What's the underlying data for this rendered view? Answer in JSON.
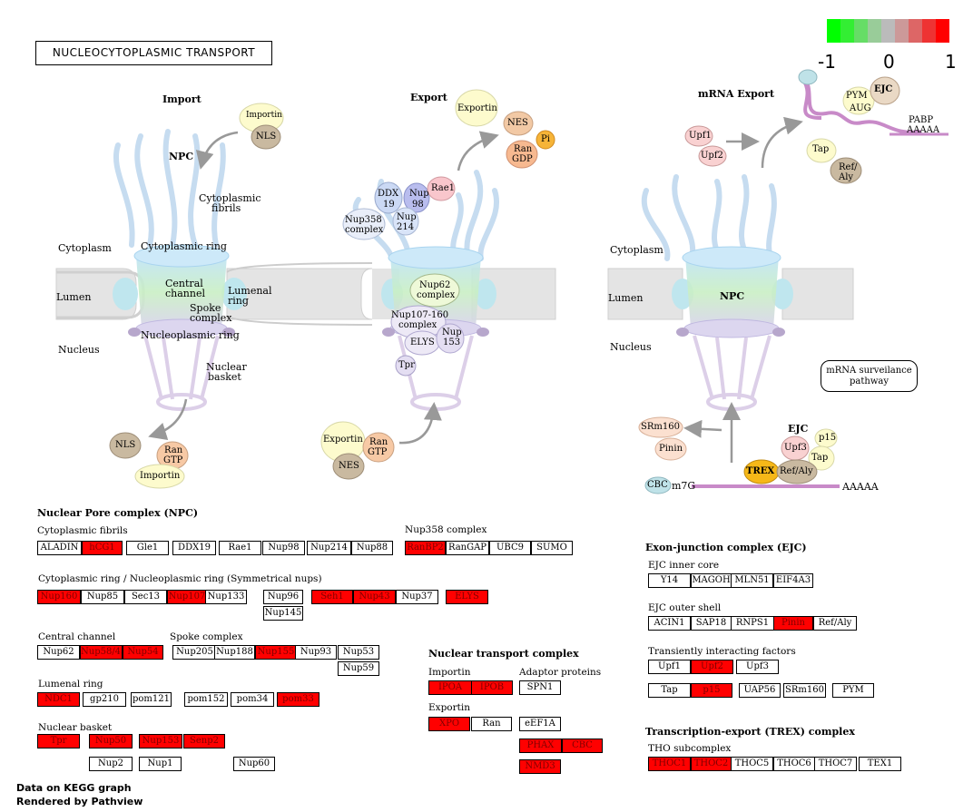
{
  "title": "NUCLEOCYTOPLASMIC TRANSPORT",
  "legend": {
    "min": "-1",
    "mid": "0",
    "max": "1",
    "colors": [
      "#00ff00",
      "#33ee33",
      "#66dd66",
      "#99cc99",
      "#bbbbbb",
      "#cc9999",
      "#dd6666",
      "#ee3333",
      "#ff0000"
    ]
  },
  "footer": {
    "line1": "Data on KEGG graph",
    "line2": "Rendered by Pathview"
  },
  "diagram_labels": {
    "import": "Import",
    "export": "Export",
    "mrna_export": "mRNA Export",
    "npc": "NPC",
    "cyto_fibrils_1": "Cytoplasmic",
    "cyto_fibrils_2": "fibrils",
    "cytoplasm": "Cytoplasm",
    "cyto_ring": "Cytoplasmic ring",
    "lumen": "Lumen",
    "central_1": "Central",
    "central_2": "channel",
    "lumenal_1": "Lumenal",
    "lumenal_2": "ring",
    "spoke_1": "Spoke",
    "spoke_2": "complex",
    "nucleus": "Nucleus",
    "nucleo_ring": "Nucleoplasmic ring",
    "basket_1": "Nuclear",
    "basket_2": "basket",
    "cytoplasm_r": "Cytoplasm",
    "lumen_r": "Lumen",
    "nucleus_r": "Nucleus",
    "npc_r": "NPC",
    "surv_1": "mRNA surveilance",
    "surv_2": "pathway",
    "ejc_label": "EJC",
    "cbc_m7g": "m7G",
    "aaaaa": "AAAAA",
    "aaaaa_top": "AAAAA",
    "pabp": "PABP"
  },
  "diagram_blobs": [
    {
      "id": "importin_top",
      "label": "Importin"
    },
    {
      "id": "nls_top",
      "label": "NLS"
    },
    {
      "id": "exportin_top",
      "label": "Exportin"
    },
    {
      "id": "nes_top",
      "label": "NES"
    },
    {
      "id": "ran_gdp_1",
      "label": "Ran"
    },
    {
      "id": "ran_gdp_2",
      "label": "GDP"
    },
    {
      "id": "pi",
      "label": "Pi"
    },
    {
      "id": "ddx19_1",
      "label": "DDX"
    },
    {
      "id": "ddx19_2",
      "label": "19"
    },
    {
      "id": "nup98_1",
      "label": "Nup"
    },
    {
      "id": "nup98_2",
      "label": "98"
    },
    {
      "id": "rae1",
      "label": "Rae1"
    },
    {
      "id": "nup214_1",
      "label": "Nup"
    },
    {
      "id": "nup214_2",
      "label": "214"
    },
    {
      "id": "nup358_1",
      "label": "Nup358"
    },
    {
      "id": "nup358_2",
      "label": "complex"
    },
    {
      "id": "nup62_1",
      "label": "Nup62"
    },
    {
      "id": "nup62_2",
      "label": "complex"
    },
    {
      "id": "nup107_1",
      "label": "Nup107-160"
    },
    {
      "id": "nup107_2",
      "label": "complex"
    },
    {
      "id": "elys",
      "label": "ELYS"
    },
    {
      "id": "nup153_1",
      "label": "Nup"
    },
    {
      "id": "nup153_2",
      "label": "153"
    },
    {
      "id": "tpr",
      "label": "Tpr"
    },
    {
      "id": "nls_bot",
      "label": "NLS"
    },
    {
      "id": "ran_gtp_1",
      "label": "Ran"
    },
    {
      "id": "ran_gtp_2",
      "label": "GTP"
    },
    {
      "id": "importin_bot",
      "label": "Importin"
    },
    {
      "id": "exportin_bot",
      "label": "Exportin"
    },
    {
      "id": "ran_gtp_b1",
      "label": "Ran"
    },
    {
      "id": "ran_gtp_b2",
      "label": "GTP"
    },
    {
      "id": "nes_bot",
      "label": "NES"
    },
    {
      "id": "upf1",
      "label": "Upf1"
    },
    {
      "id": "upf2",
      "label": "Upf2"
    },
    {
      "id": "pym",
      "label": "PYM"
    },
    {
      "id": "aug",
      "label": "AUG"
    },
    {
      "id": "ejc_top",
      "label": "EJC"
    },
    {
      "id": "tap_top",
      "label": "Tap"
    },
    {
      "id": "refaly_1",
      "label": "Ref/"
    },
    {
      "id": "refaly_2",
      "label": "Aly"
    },
    {
      "id": "srm160",
      "label": "SRm160"
    },
    {
      "id": "pinin",
      "label": "Pinin"
    },
    {
      "id": "upf3",
      "label": "Upf3"
    },
    {
      "id": "p15",
      "label": "p15"
    },
    {
      "id": "tap_bot",
      "label": "Tap"
    },
    {
      "id": "trex",
      "label": "TREX"
    },
    {
      "id": "refaly_bot",
      "label": "Ref/Aly"
    },
    {
      "id": "cbc",
      "label": "CBC"
    }
  ],
  "section_labels": [
    {
      "id": "npc_head",
      "text": "Nuclear Pore complex (NPC)",
      "bold": true
    },
    {
      "id": "cyto_fib",
      "text": "Cytoplasmic fibrils"
    },
    {
      "id": "nup358_c",
      "text": "Nup358 complex"
    },
    {
      "id": "sym_nups",
      "text": "Cytoplasmic ring / Nucleoplasmic ring (Symmetrical nups)"
    },
    {
      "id": "central_ch",
      "text": "Central channel"
    },
    {
      "id": "spoke_c",
      "text": "Spoke complex"
    },
    {
      "id": "lumenal_r",
      "text": "Lumenal ring"
    },
    {
      "id": "nuc_basket",
      "text": "Nuclear basket"
    },
    {
      "id": "ntc_head",
      "text": "Nuclear transport complex",
      "bold": true
    },
    {
      "id": "importin_l",
      "text": "Importin"
    },
    {
      "id": "adaptor_l",
      "text": "Adaptor proteins"
    },
    {
      "id": "exportin_l",
      "text": "Exportin"
    },
    {
      "id": "ejc_head",
      "text": "Exon-junction complex (EJC)",
      "bold": true
    },
    {
      "id": "ejc_inner",
      "text": "EJC inner core"
    },
    {
      "id": "ejc_outer",
      "text": "EJC outer shell"
    },
    {
      "id": "trans_int",
      "text": "Transiently interacting factors"
    },
    {
      "id": "trex_head",
      "text": "Transcription-export (TREX) complex",
      "bold": true
    },
    {
      "id": "tho_sub",
      "text": "THO subcomplex"
    }
  ],
  "genes": [
    {
      "label": "ALADIN",
      "red": false
    },
    {
      "label": "hCG1",
      "red": true
    },
    {
      "label": "Gle1",
      "red": false
    },
    {
      "label": "DDX19",
      "red": false
    },
    {
      "label": "Rae1",
      "red": false
    },
    {
      "label": "Nup98",
      "red": false
    },
    {
      "label": "Nup214",
      "red": false
    },
    {
      "label": "Nup88",
      "red": false
    },
    {
      "label": "RanBP2",
      "red": true
    },
    {
      "label": "RanGAP",
      "red": false
    },
    {
      "label": "UBC9",
      "red": false
    },
    {
      "label": "SUMO",
      "red": false
    },
    {
      "label": "Nup160",
      "red": true
    },
    {
      "label": "Nup85",
      "red": false
    },
    {
      "label": "Sec13",
      "red": false
    },
    {
      "label": "Nup107",
      "red": true
    },
    {
      "label": "Nup133",
      "red": false
    },
    {
      "label": "Nup96",
      "red": false
    },
    {
      "label": "Nup145",
      "red": false
    },
    {
      "label": "Seh1",
      "red": true
    },
    {
      "label": "Nup43",
      "red": true
    },
    {
      "label": "Nup37",
      "red": false
    },
    {
      "label": "ELYS",
      "red": true
    },
    {
      "label": "Nup62",
      "red": false
    },
    {
      "label": "Nup58/45",
      "red": true
    },
    {
      "label": "Nup54",
      "red": true
    },
    {
      "label": "Nup205",
      "red": false
    },
    {
      "label": "Nup188",
      "red": false
    },
    {
      "label": "Nup155",
      "red": true
    },
    {
      "label": "Nup93",
      "red": false
    },
    {
      "label": "Nup53",
      "red": false
    },
    {
      "label": "Nup59",
      "red": false
    },
    {
      "label": "NDC1",
      "red": true
    },
    {
      "label": "gp210",
      "red": false
    },
    {
      "label": "pom121",
      "red": false
    },
    {
      "label": "pom152",
      "red": false
    },
    {
      "label": "pom34",
      "red": false
    },
    {
      "label": "pom33",
      "red": true
    },
    {
      "label": "Tpr",
      "red": true
    },
    {
      "label": "Nup50",
      "red": true
    },
    {
      "label": "Nup153",
      "red": true
    },
    {
      "label": "Senp2",
      "red": true
    },
    {
      "label": "Nup2",
      "red": false
    },
    {
      "label": "Nup1",
      "red": false
    },
    {
      "label": "Nup60",
      "red": false
    },
    {
      "label": "IPOA",
      "red": true
    },
    {
      "label": "IPOB",
      "red": true
    },
    {
      "label": "SPN1",
      "red": false
    },
    {
      "label": "XPO",
      "red": true
    },
    {
      "label": "Ran",
      "red": false
    },
    {
      "label": "eEF1A",
      "red": false
    },
    {
      "label": "PHAX",
      "red": true
    },
    {
      "label": "CBC",
      "red": true
    },
    {
      "label": "NMD3",
      "red": true
    },
    {
      "label": "Y14",
      "red": false
    },
    {
      "label": "MAGOH",
      "red": false
    },
    {
      "label": "MLN51",
      "red": false
    },
    {
      "label": "EIF4A3",
      "red": false
    },
    {
      "label": "ACIN1",
      "red": false
    },
    {
      "label": "SAP18",
      "red": false
    },
    {
      "label": "RNPS1",
      "red": false
    },
    {
      "label": "Pinin",
      "red": true
    },
    {
      "label": "Ref/Aly",
      "red": false
    },
    {
      "label": "Upf1",
      "red": false
    },
    {
      "label": "Upf2",
      "red": true
    },
    {
      "label": "Upf3",
      "red": false
    },
    {
      "label": "Tap",
      "red": false
    },
    {
      "label": "p15",
      "red": true
    },
    {
      "label": "UAP56",
      "red": false
    },
    {
      "label": "SRm160",
      "red": false
    },
    {
      "label": "PYM",
      "red": false
    },
    {
      "label": "THOC1",
      "red": true
    },
    {
      "label": "THOC2",
      "red": true
    },
    {
      "label": "THOC5",
      "red": false
    },
    {
      "label": "THOC6",
      "red": false
    },
    {
      "label": "THOC7",
      "red": false
    },
    {
      "label": "TEX1",
      "red": false
    }
  ]
}
